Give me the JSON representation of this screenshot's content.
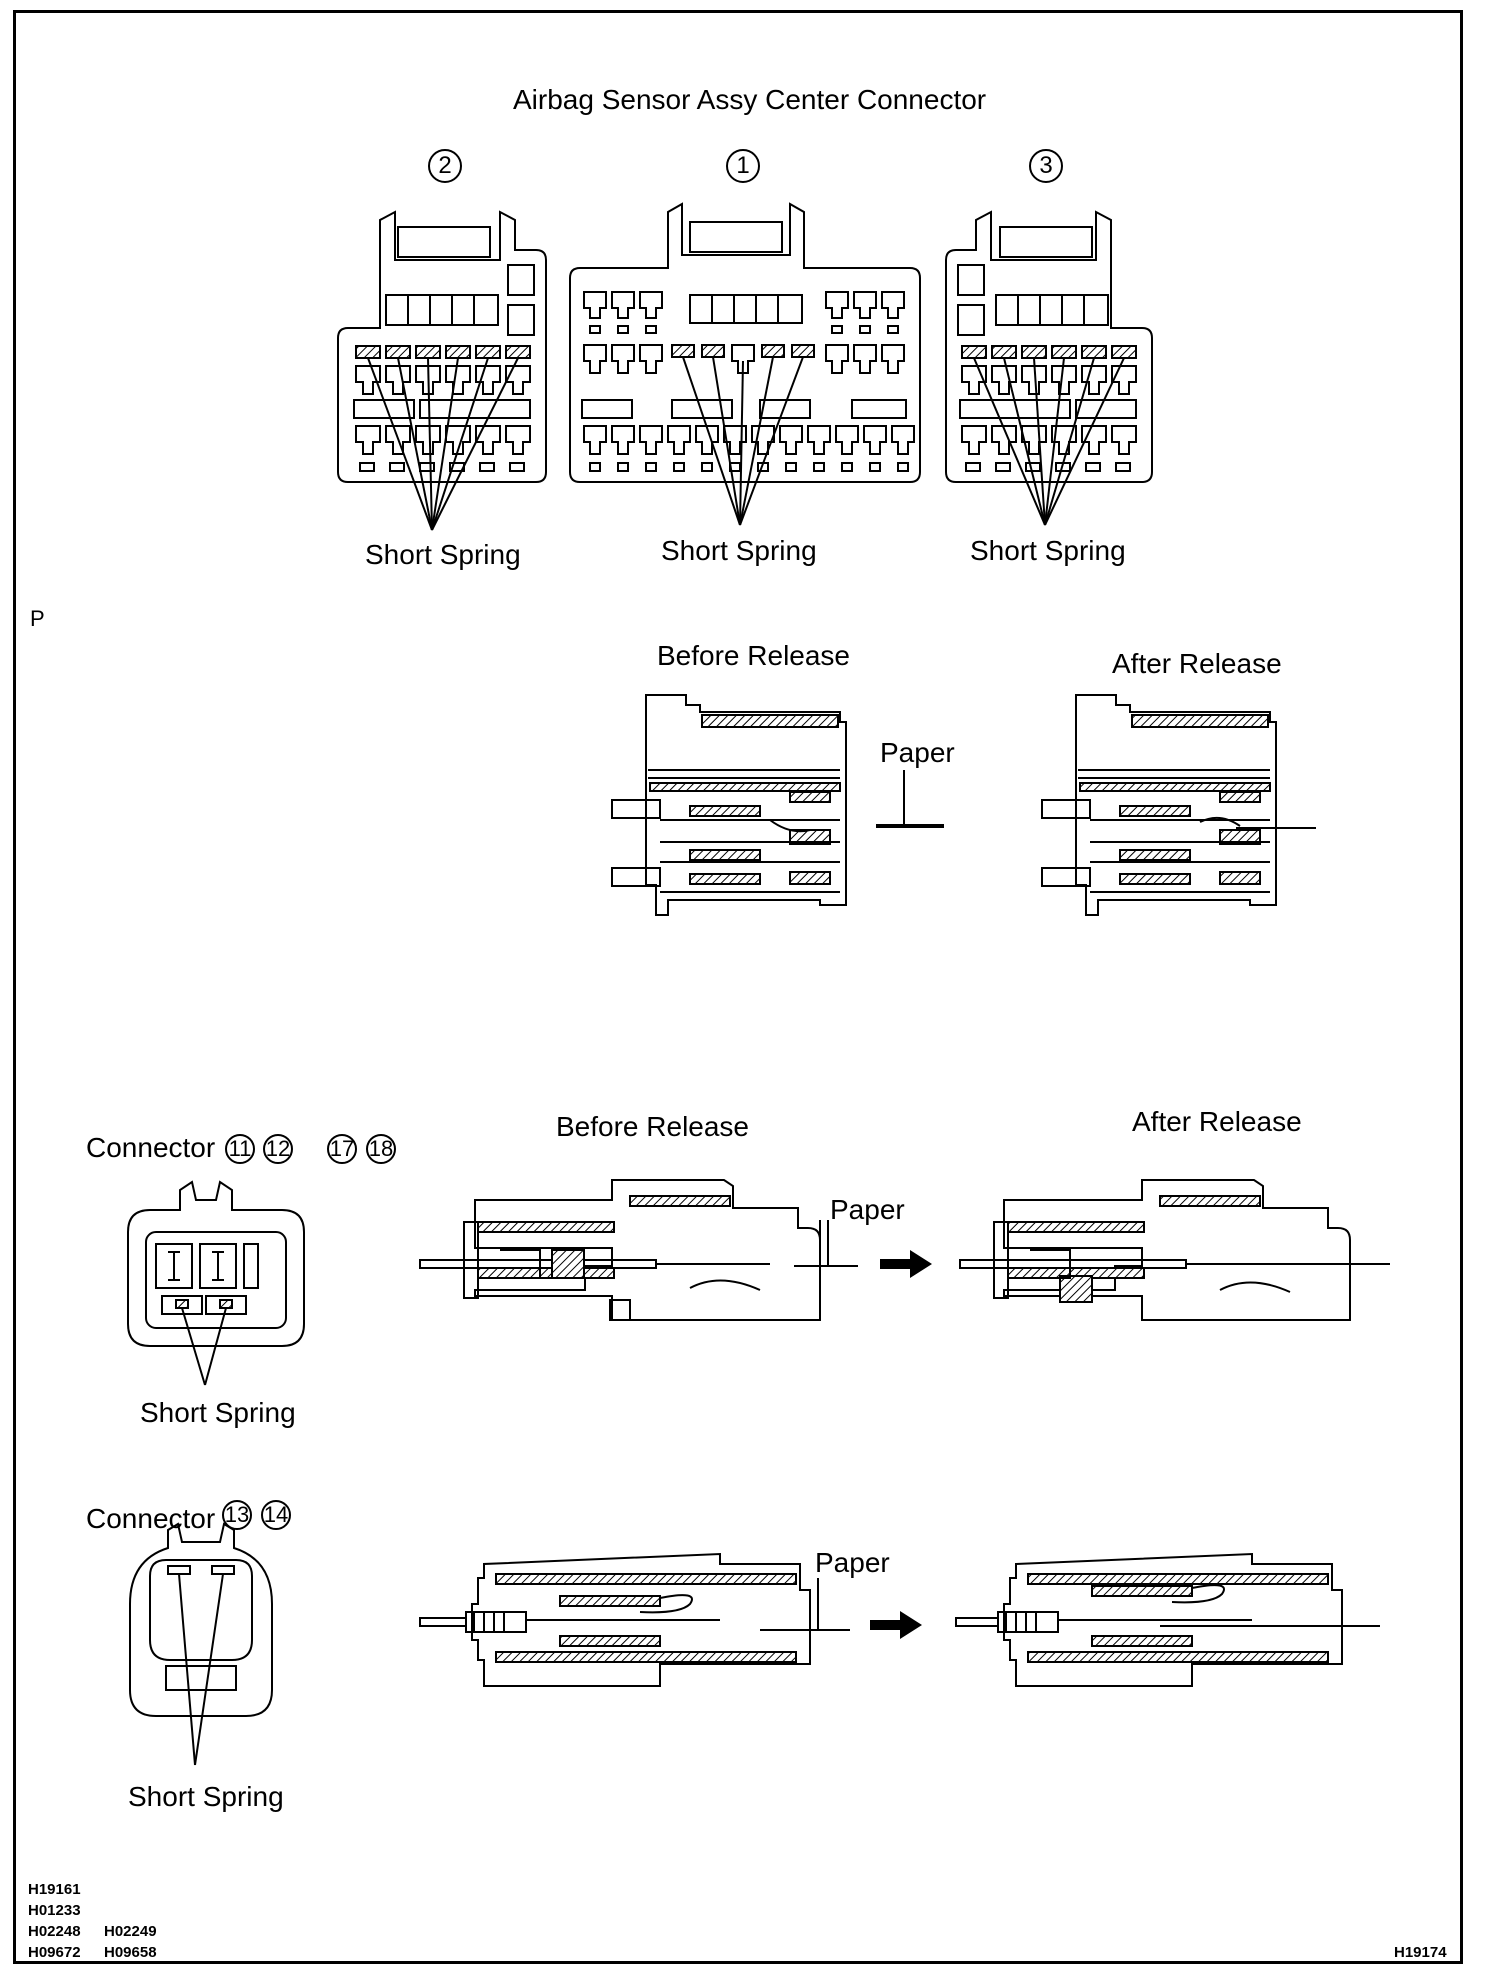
{
  "main_title": "Airbag Sensor Assy Center Connector",
  "top_connectors": [
    {
      "number": "2",
      "label": "Short Spring"
    },
    {
      "number": "1",
      "label": "Short Spring"
    },
    {
      "number": "3",
      "label": "Short Spring"
    }
  ],
  "side_mark": "P",
  "release_top": {
    "before": "Before Release",
    "after": "After Release",
    "paper": "Paper"
  },
  "connector_a": {
    "prefix": "Connector",
    "numbers": [
      "11",
      "12",
      "17",
      "18"
    ],
    "spring_label": "Short Spring"
  },
  "release_mid": {
    "before": "Before Release",
    "after": "After Release",
    "paper": "Paper"
  },
  "connector_b": {
    "prefix": "Connector",
    "numbers": [
      "13",
      "14"
    ],
    "spring_label": "Short Spring"
  },
  "release_bottom": {
    "paper": "Paper"
  },
  "figure_codes": {
    "left": [
      "H19161",
      "H01233",
      "H02248",
      "H02249",
      "H09672",
      "H09658"
    ],
    "right": "H19174"
  }
}
